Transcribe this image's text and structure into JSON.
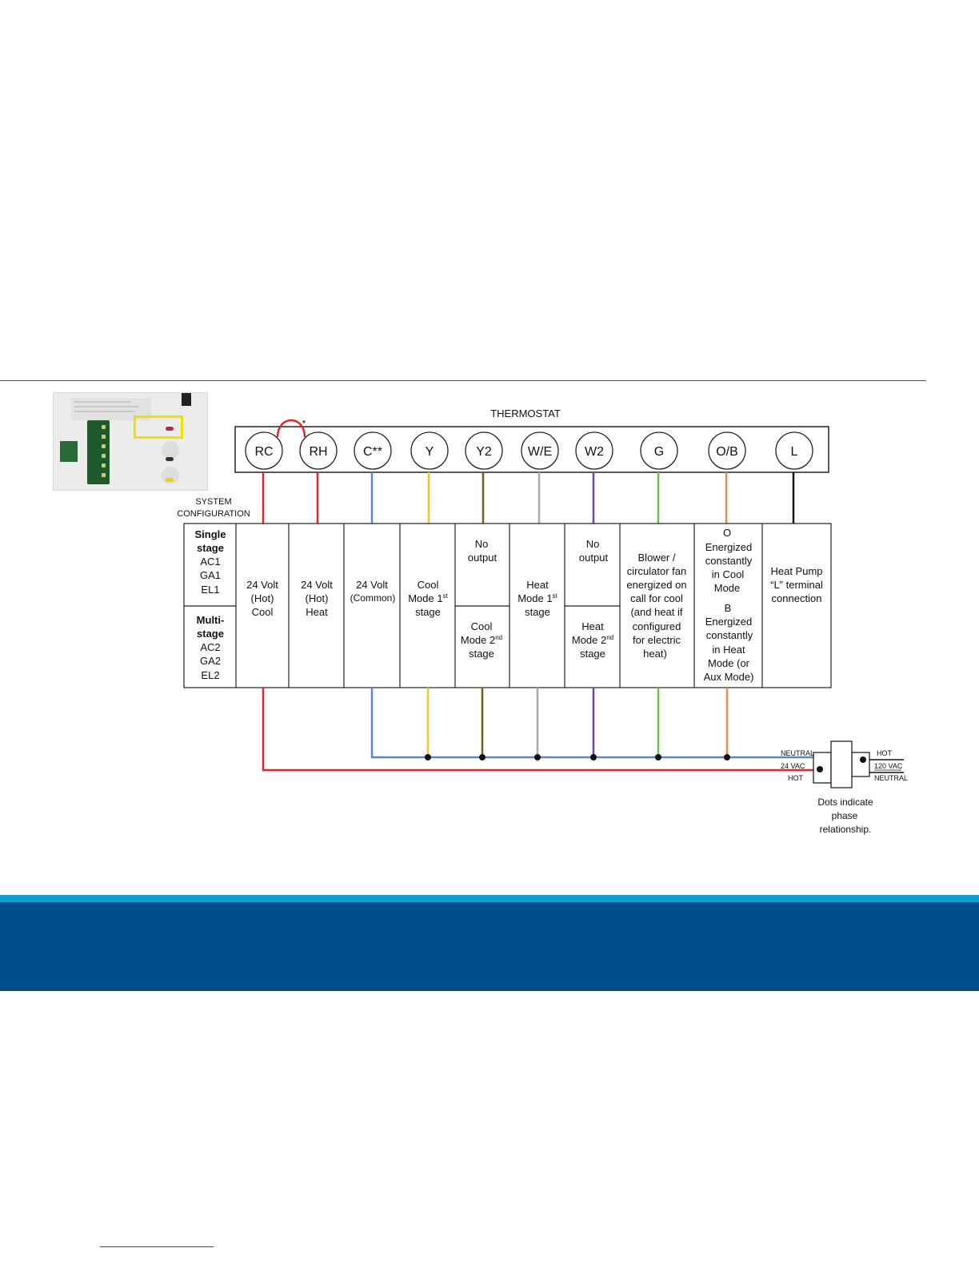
{
  "diagram": {
    "title": "THERMOSTAT",
    "jumper_mark": "*",
    "terminals": [
      "RC",
      "RH",
      "C**",
      "Y",
      "Y2",
      "W/E",
      "W2",
      "G",
      "O/B",
      "L"
    ],
    "wire_colors": [
      "#e0262b",
      "#e0262b",
      "#5b87c9",
      "#f1c62a",
      "#7a5b14",
      "#a9a9a9",
      "#7b3fb0",
      "#6fbf4a",
      "#ea8c4c",
      "#111111"
    ],
    "system_config_label": [
      "SYSTEM",
      "CONFIGURATION"
    ],
    "config_single": [
      "Single",
      "stage",
      "AC1",
      "GA1",
      "EL1"
    ],
    "config_multi": [
      "Multi-",
      "stage",
      "AC2",
      "GA2",
      "EL2"
    ],
    "descriptions": {
      "rc": [
        "24 Volt",
        "(Hot)",
        "Cool"
      ],
      "rh": [
        "24 Volt",
        "(Hot)",
        "Heat"
      ],
      "c": [
        "24 Volt",
        "(Common)"
      ],
      "y": [
        "Cool",
        "Mode 1st",
        "stage"
      ],
      "y2_top": [
        "No",
        "output"
      ],
      "y2_bottom": [
        "Cool",
        "Mode 2nd",
        "stage"
      ],
      "we": [
        "Heat",
        "Mode 1st",
        "stage"
      ],
      "w2_top": [
        "No",
        "output"
      ],
      "w2_bottom": [
        "Heat",
        "Mode 2nd",
        "stage"
      ],
      "g": [
        "Blower /",
        "circulator fan",
        "energized on",
        "call for cool",
        "(and heat if",
        "configured",
        "for electric",
        "heat)"
      ],
      "ob": [
        "O",
        "Energized",
        "constantly",
        "in Cool",
        "Mode",
        "B",
        "Energized",
        "constantly",
        "in Heat",
        "Mode (or",
        "Aux Mode)"
      ],
      "l": [
        "Heat Pump",
        "“L” terminal",
        "connection"
      ]
    },
    "transformer": {
      "left_top": "NEUTRAL",
      "left_mid": "24 VAC",
      "left_bottom": "HOT",
      "right_top": "HOT",
      "right_mid": "120 VAC",
      "right_bottom": "NEUTRAL",
      "note": [
        "Dots indicate",
        "phase",
        "relationship."
      ]
    }
  },
  "colors": {
    "band_light": "#0fa0cf",
    "band_dark": "#004d8c",
    "rule": "#1d5f8a"
  }
}
